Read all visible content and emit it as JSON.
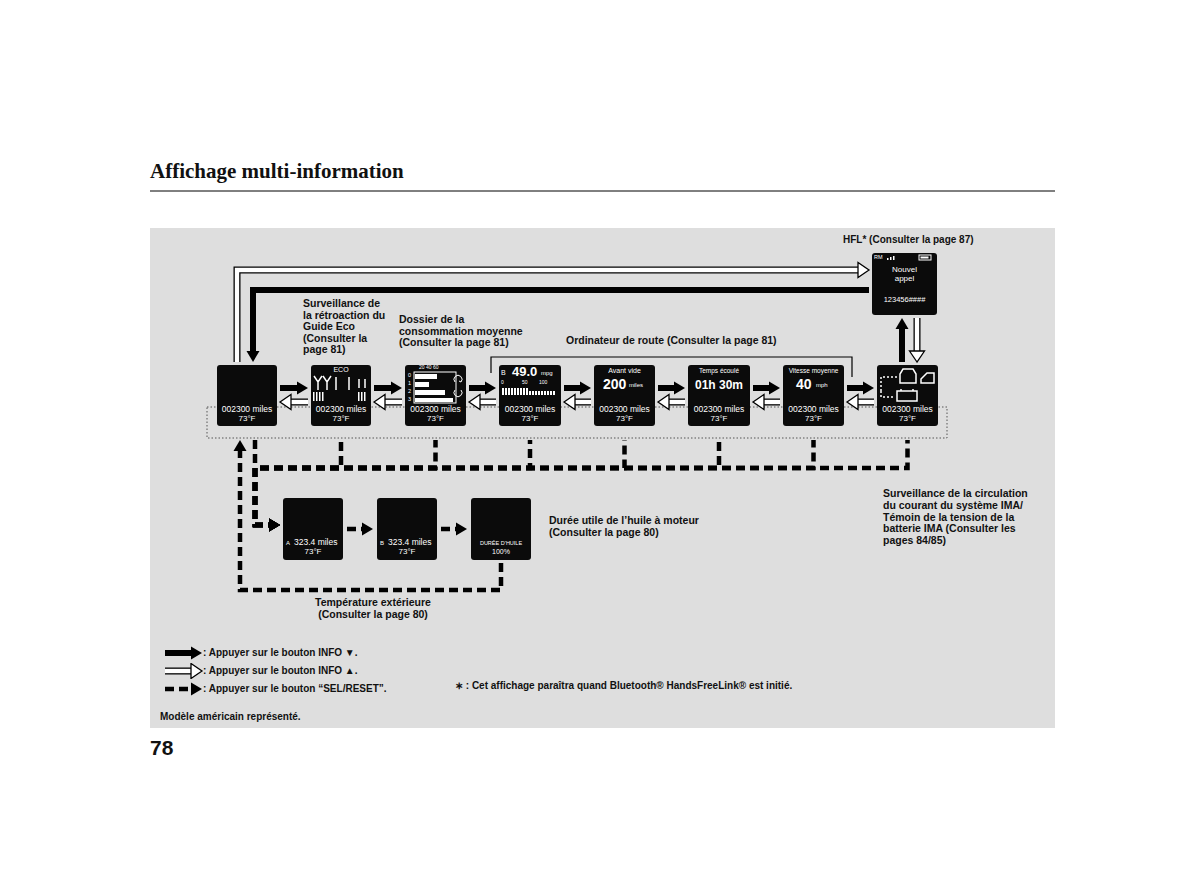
{
  "diagram": {
    "title": "Affichage multi-information",
    "nodes": [
      {
        "text": [
          "002300 miles",
          "73°F"
        ]
      },
      {
        "text": [
          "Surveillance de la rétroaction du Guide Eco (Consulter la page 81)",
          "ECO",
          "002300 miles",
          "73°F"
        ]
      },
      {
        "text": [
          "Dossier de la consommation moyenne (Consulter la page 81)",
          "0",
          "1",
          "2",
          "3",
          "20 40 60",
          "002300 miles",
          "73°F"
        ]
      },
      {
        "text": [
          "B",
          "49.0",
          "mpg",
          "0",
          "50",
          "100",
          "002300 miles",
          "73°F"
        ]
      },
      {
        "text": [
          "Avant vide",
          "200",
          "miles",
          "002300 miles",
          "73°F"
        ]
      },
      {
        "text": [
          "Temps écoulé",
          "01h 30m",
          "002300 miles",
          "73°F"
        ]
      },
      {
        "text": [
          "Vitesse moyenne",
          "40",
          "mph",
          "002300 miles",
          "73°F"
        ]
      },
      {
        "text": [
          "002300 miles",
          "73°F"
        ]
      },
      {
        "text": [
          "HFL* (Consulter la page 87)",
          "RM",
          "Nouvel appel",
          "123456####"
        ]
      },
      {
        "text": [
          "A",
          "323.4 miles",
          "73°F"
        ]
      },
      {
        "text": [
          "B",
          "323.4 miles",
          "73°F"
        ]
      },
      {
        "text": [
          "Durée utile de l’huile à moteur (Consulter la page 80)",
          "DURÉE D’HUILE",
          "100%"
        ]
      }
    ],
    "edges": [
      {
        "from": 0,
        "to": 1,
        "arrow": "to"
      },
      {
        "from": 1,
        "to": 2,
        "arrow": "to"
      },
      {
        "from": 2,
        "to": 3,
        "arrow": "to"
      },
      {
        "from": 3,
        "to": 4,
        "arrow": "to"
      },
      {
        "from": 4,
        "to": 5,
        "arrow": "to"
      },
      {
        "from": 5,
        "to": 6,
        "arrow": "to"
      },
      {
        "from": 6,
        "to": 7,
        "arrow": "to"
      },
      {
        "from": 7,
        "to": 8,
        "arrow": "to"
      },
      {
        "from": 8,
        "to": 0,
        "arrow": "to"
      },
      {
        "from": 1,
        "to": 0,
        "arrow": "to"
      },
      {
        "from": 2,
        "to": 1,
        "arrow": "to"
      },
      {
        "from": 3,
        "to": 2,
        "arrow": "to"
      },
      {
        "from": 4,
        "to": 3,
        "arrow": "to"
      },
      {
        "from": 5,
        "to": 4,
        "arrow": "to"
      },
      {
        "from": 6,
        "to": 5,
        "arrow": "to"
      },
      {
        "from": 7,
        "to": 6,
        "arrow": "to"
      },
      {
        "from": 8,
        "to": 7,
        "arrow": "to"
      },
      {
        "from": 0,
        "to": 8,
        "arrow": "to"
      },
      {
        "from": 0,
        "to": 9,
        "arrow": "to"
      },
      {
        "from": 1,
        "to": 9,
        "arrow": "to"
      },
      {
        "from": 2,
        "to": 9,
        "arrow": "to"
      },
      {
        "from": 3,
        "to": 9,
        "arrow": "to"
      },
      {
        "from": 4,
        "to": 9,
        "arrow": "to"
      },
      {
        "from": 5,
        "to": 9,
        "arrow": "to"
      },
      {
        "from": 6,
        "to": 9,
        "arrow": "to"
      },
      {
        "from": 7,
        "to": 9,
        "arrow": "to"
      },
      {
        "from": 9,
        "to": 10,
        "arrow": "to"
      },
      {
        "from": 10,
        "to": 11,
        "arrow": "to"
      },
      {
        "from": 11,
        "to": 0,
        "arrow": "to"
      }
    ],
    "labels": [
      "Ordinateur de route (Consulter la page 81)",
      "Surveillance de la circulation du courant du système IMA/ Témoin de la tension de la batterie IMA (Consulter les pages 84/85)",
      "Température extérieure (Consulter la page 80)",
      "∗ : Cet affichage paraîtra quand Bluetooth® HandsFreeLink® est initié.",
      "Modèle américain représenté.",
      "78"
    ],
    "legend": [
      {
        "text": ": Appuyer sur le bouton INFO ▼."
      },
      {
        "text": ": Appuyer sur le bouton INFO ▲."
      },
      {
        "text": ": Appuyer sur le bouton “SEL/RESET”."
      }
    ]
  }
}
